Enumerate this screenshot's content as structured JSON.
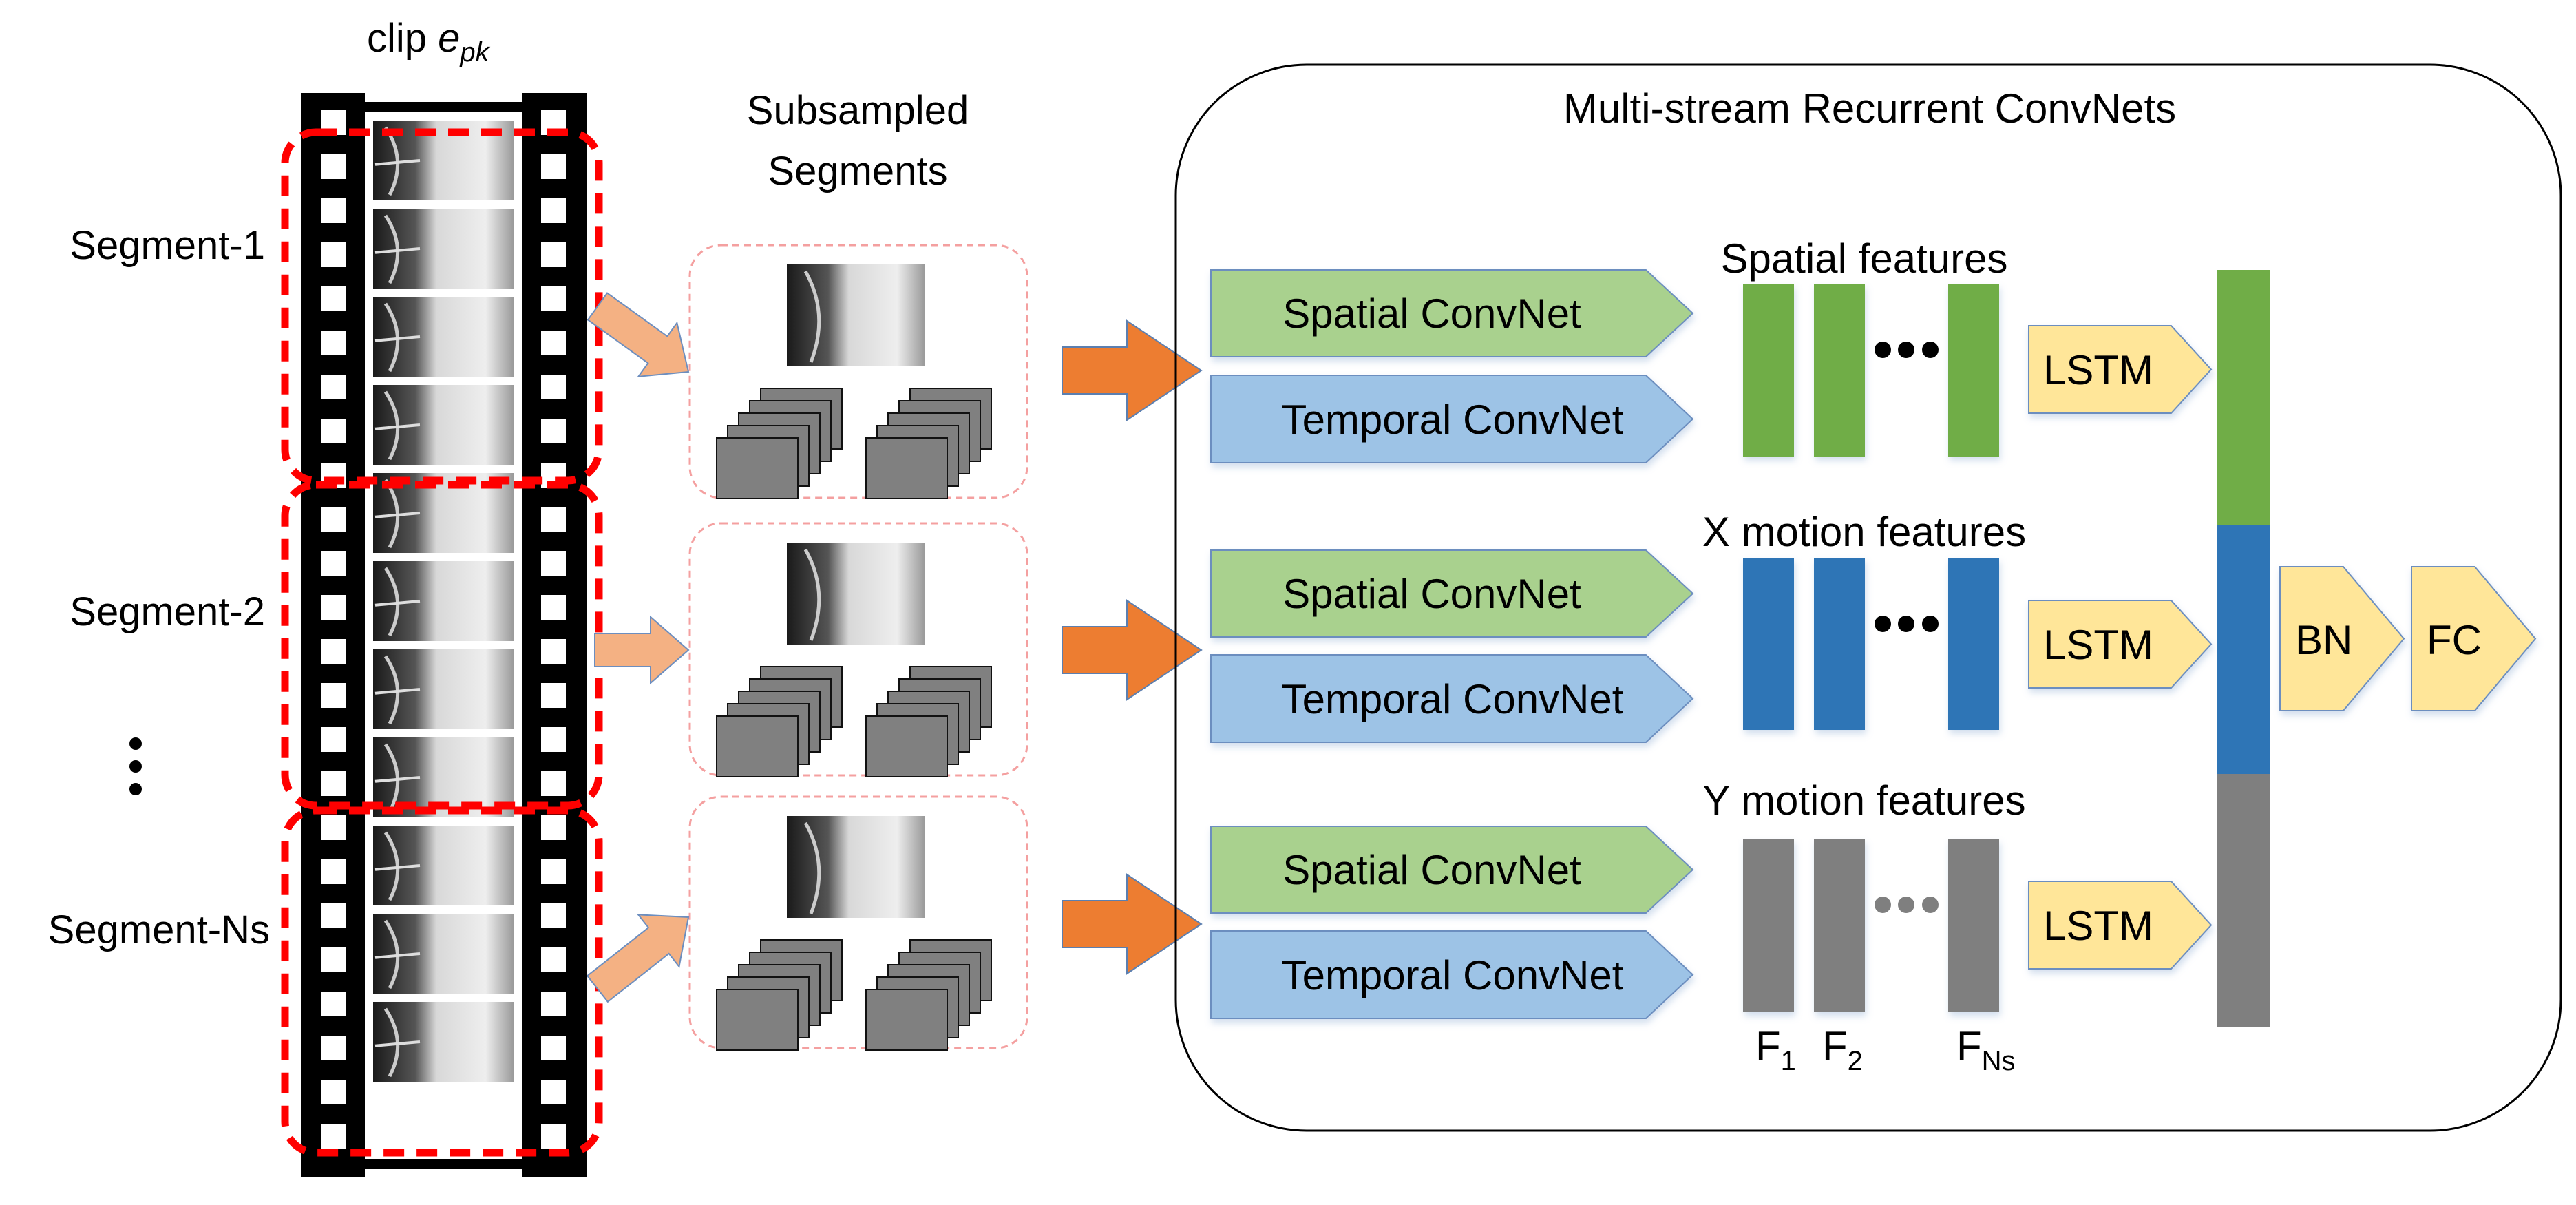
{
  "clip_label": {
    "main": "clip ",
    "var": "e",
    "subscript": "pk"
  },
  "segments": [
    {
      "label": "Segment-1"
    },
    {
      "label": "Segment-2"
    },
    {
      "label": "Segment-Ns"
    }
  ],
  "ellipsis_label": "⋮",
  "subsampled_title": [
    "Subsampled",
    "Segments"
  ],
  "model_title": "Multi-stream Recurrent ConvNets",
  "streams": [
    {
      "feature_label": "Spatial features",
      "spatial_net": "Spatial ConvNet",
      "temporal_net": "Temporal ConvNet",
      "recurrent": "LSTM",
      "color": "#70AD47"
    },
    {
      "feature_label": "X motion features",
      "spatial_net": "Spatial ConvNet",
      "temporal_net": "Temporal ConvNet",
      "recurrent": "LSTM",
      "color": "#2E75B6"
    },
    {
      "feature_label": "Y motion features",
      "spatial_net": "Spatial ConvNet",
      "temporal_net": "Temporal ConvNet",
      "recurrent": "LSTM",
      "color": "#7F7F7F"
    }
  ],
  "feature_indices": [
    {
      "base": "F",
      "sub": "1"
    },
    {
      "base": "F",
      "sub": "2"
    },
    {
      "base": "F",
      "sub": "Ns"
    }
  ],
  "head_layers": [
    "BN",
    "FC"
  ],
  "colors": {
    "spatial_net_fill": "#A9D18E",
    "temporal_net_fill": "#9DC3E6",
    "block_fill": "#FFE699",
    "block_border": "#6C8EBF",
    "big_arrow": "#ED7D31",
    "small_arrow": "#F4B183",
    "segment_box": "#FF0000",
    "film": "#000000"
  }
}
